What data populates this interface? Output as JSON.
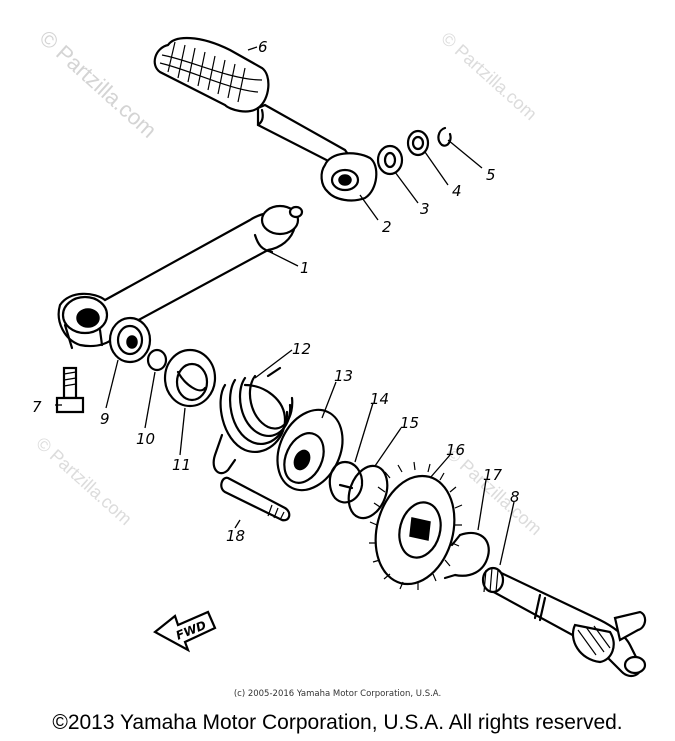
{
  "watermarks": [
    {
      "text": "© Partzilla.com"
    },
    {
      "text": "© Partzilla.com"
    },
    {
      "text": "© Partzilla.com"
    },
    {
      "text": "© Partzilla.com"
    }
  ],
  "callouts": [
    "1",
    "2",
    "3",
    "4",
    "5",
    "6",
    "7",
    "8",
    "9",
    "10",
    "11",
    "12",
    "13",
    "14",
    "15",
    "16",
    "17",
    "18"
  ],
  "fwd_label": "FWD",
  "small_copyright": "(c) 2005-2016 Yamaha Motor Corporation, U.S.A.",
  "main_copyright": "©2013 Yamaha Motor Corporation, U.S.A. All rights reserved."
}
